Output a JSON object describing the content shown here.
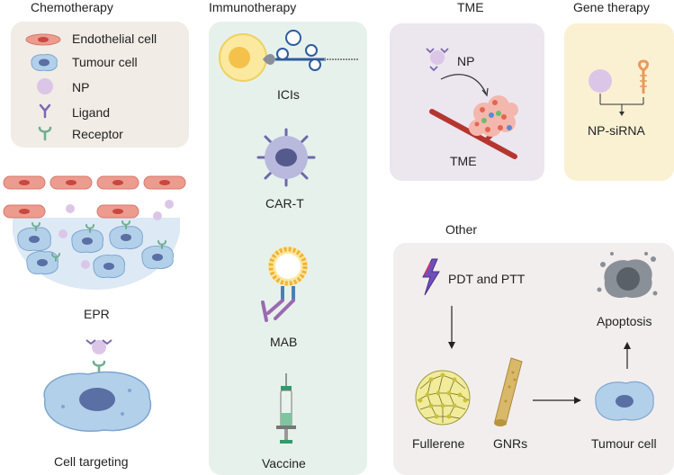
{
  "chemotherapy": {
    "title": "Chemotherapy",
    "legend": [
      {
        "label": "Endothelial cell",
        "icon": "endothelial-cell-icon"
      },
      {
        "label": "Tumour cell",
        "icon": "tumour-cell-icon"
      },
      {
        "label": "NP",
        "icon": "nanoparticle-icon"
      },
      {
        "label": "Ligand",
        "icon": "ligand-icon"
      },
      {
        "label": "Receptor",
        "icon": "receptor-icon"
      }
    ],
    "epr_label": "EPR",
    "cell_targeting_label": "Cell targeting"
  },
  "immunotherapy": {
    "title": "Immunotherapy",
    "items": [
      "ICIs",
      "CAR-T",
      "MAB",
      "Vaccine"
    ]
  },
  "tme": {
    "title": "TME",
    "np_label": "NP",
    "tme_label": "TME"
  },
  "gene_therapy": {
    "title": "Gene therapy",
    "label": "NP-siRNA"
  },
  "other": {
    "title": "Other",
    "pdt_label": "PDT and PTT",
    "apoptosis_label": "Apoptosis",
    "fullerene_label": "Fullerene",
    "gnrs_label": "GNRs",
    "tumour_cell_label": "Tumour cell"
  },
  "colors": {
    "legend_panel": "#f1ece6",
    "immuno_panel": "#e7f1ec",
    "tme_panel": "#ece6ef",
    "gene_panel": "#faf1d3",
    "other_panel": "#f3eeee",
    "endothelial": "#e8857a",
    "tumour": "#a9c8e6",
    "np": "#d9c3e4",
    "ligand": "#7b68b0",
    "receptor": "#6fae8e"
  }
}
